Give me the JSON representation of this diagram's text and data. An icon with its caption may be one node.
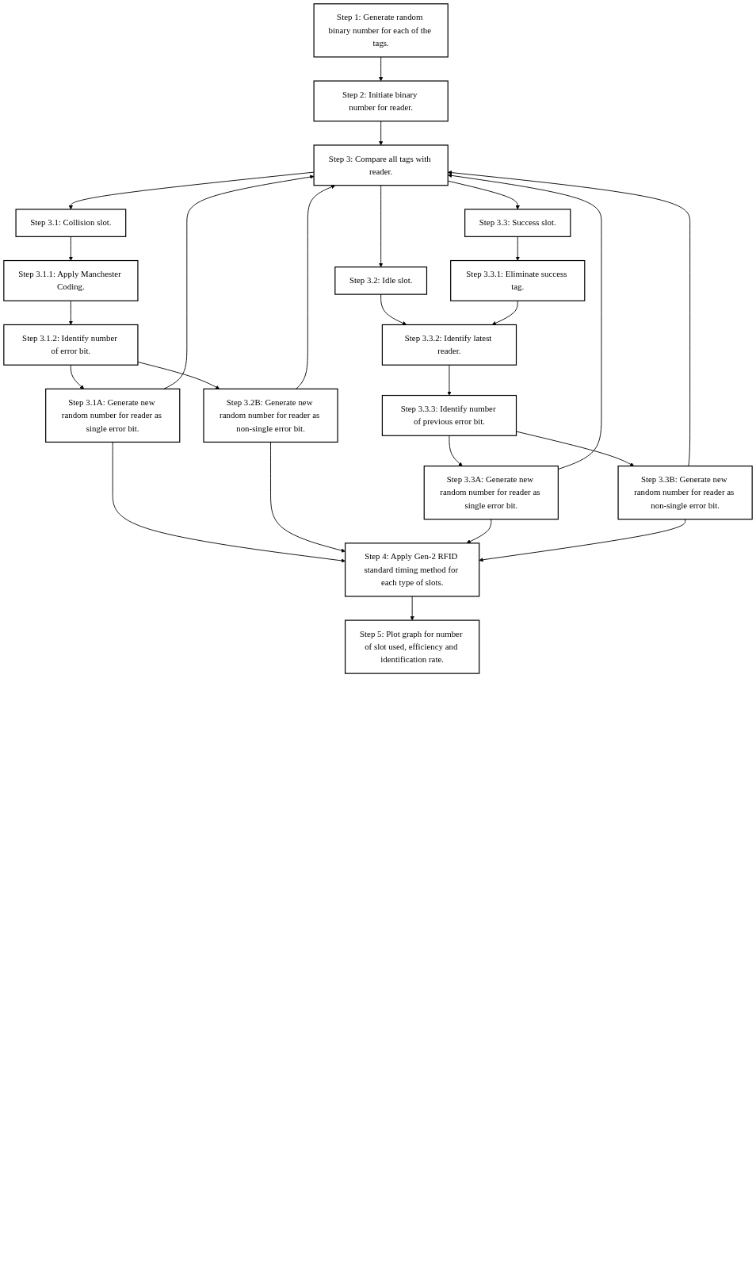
{
  "diagram": {
    "nodes": [
      {
        "text": [
          "Step 1: Generate random binary number for each of the tags."
        ]
      },
      {
        "text": [
          "Step 2: Initiate binary number for reader."
        ]
      },
      {
        "text": [
          "Step 3: Compare all tags with reader."
        ]
      },
      {
        "text": [
          "Step 3.1: Collision slot."
        ]
      },
      {
        "text": [
          "Step 3.2: Idle slot."
        ]
      },
      {
        "text": [
          "Step 3.3: Success slot."
        ]
      },
      {
        "text": [
          "Step 3.1.1: Apply Manchester Coding."
        ]
      },
      {
        "text": [
          "Step 3.3.1: Eliminate success tag."
        ]
      },
      {
        "text": [
          "Step 3.1.2: Identify number of error bit."
        ]
      },
      {
        "text": [
          "Step 3.3.2: Identify latest reader."
        ]
      },
      {
        "text": [
          "Step 3.3.3: Identify number of previous error bit."
        ]
      },
      {
        "text": [
          "Step 3.1A: Generate new random number for reader as single error bit."
        ]
      },
      {
        "text": [
          "Step 3.2B: Generate new random number for reader as non-single error bit."
        ]
      },
      {
        "text": [
          "Step 3.3A: Generate new random number for reader as single error bit."
        ]
      },
      {
        "text": [
          "Step 3.3B: Generate new random number for reader as non-single error bit."
        ]
      },
      {
        "text": [
          "Step 4: Apply Gen-2 RFID standard timing method for each type of slots."
        ]
      },
      {
        "text": [
          "Step 5: Plot graph for number of slot used, efficiency and identification rate."
        ]
      }
    ],
    "edges": [
      {
        "from": 0,
        "to": 1,
        "arrow": "to"
      },
      {
        "from": 1,
        "to": 2,
        "arrow": "to"
      },
      {
        "from": 2,
        "to": 3,
        "arrow": "to"
      },
      {
        "from": 2,
        "to": 4,
        "arrow": "to"
      },
      {
        "from": 2,
        "to": 5,
        "arrow": "to"
      },
      {
        "from": 3,
        "to": 6,
        "arrow": "to"
      },
      {
        "from": 5,
        "to": 7,
        "arrow": "to"
      },
      {
        "from": 6,
        "to": 8,
        "arrow": "to"
      },
      {
        "from": 4,
        "to": 9,
        "arrow": "to"
      },
      {
        "from": 7,
        "to": 9,
        "arrow": "to"
      },
      {
        "from": 9,
        "to": 10,
        "arrow": "to"
      },
      {
        "from": 8,
        "to": 11,
        "arrow": "to"
      },
      {
        "from": 8,
        "to": 12,
        "arrow": "to"
      },
      {
        "from": 10,
        "to": 13,
        "arrow": "to"
      },
      {
        "from": 10,
        "to": 14,
        "arrow": "to"
      },
      {
        "from": 11,
        "to": 15,
        "arrow": "to"
      },
      {
        "from": 12,
        "to": 15,
        "arrow": "to"
      },
      {
        "from": 13,
        "to": 15,
        "arrow": "to"
      },
      {
        "from": 14,
        "to": 15,
        "arrow": "to"
      },
      {
        "from": 11,
        "to": 2,
        "arrow": "to"
      },
      {
        "from": 12,
        "to": 2,
        "arrow": "to"
      },
      {
        "from": 13,
        "to": 2,
        "arrow": "to"
      },
      {
        "from": 14,
        "to": 2,
        "arrow": "to"
      },
      {
        "from": 15,
        "to": 16,
        "arrow": "to"
      }
    ]
  }
}
